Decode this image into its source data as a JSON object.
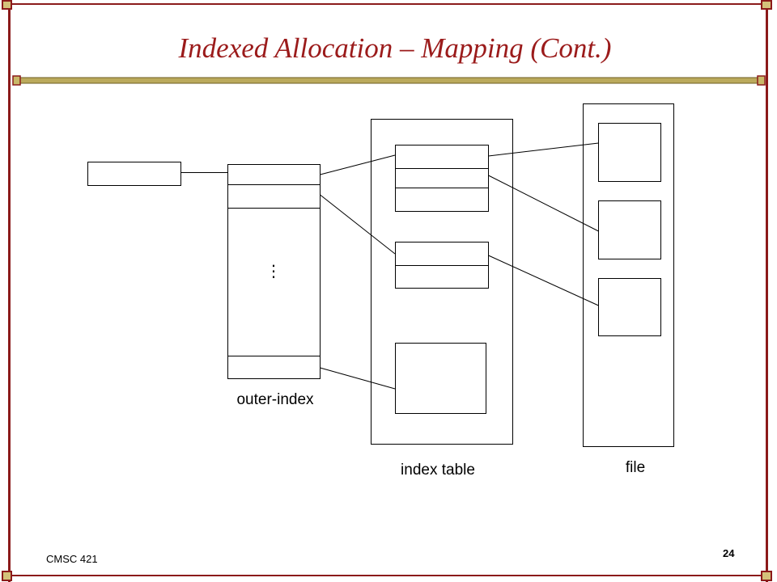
{
  "slide": {
    "title": "Indexed Allocation – Mapping (Cont.)",
    "footer_course": "CMSC 421",
    "page_number": "24"
  },
  "diagram": {
    "outer_index_label": "outer-index",
    "index_table_label": "index table",
    "file_label": "file",
    "ellipsis": "⋮"
  },
  "colors": {
    "title": "#9B1B1B",
    "border": "#8B1A1A",
    "accent_bar": "#BBAA5C",
    "line": "#000000",
    "background": "#FFFFFF"
  }
}
